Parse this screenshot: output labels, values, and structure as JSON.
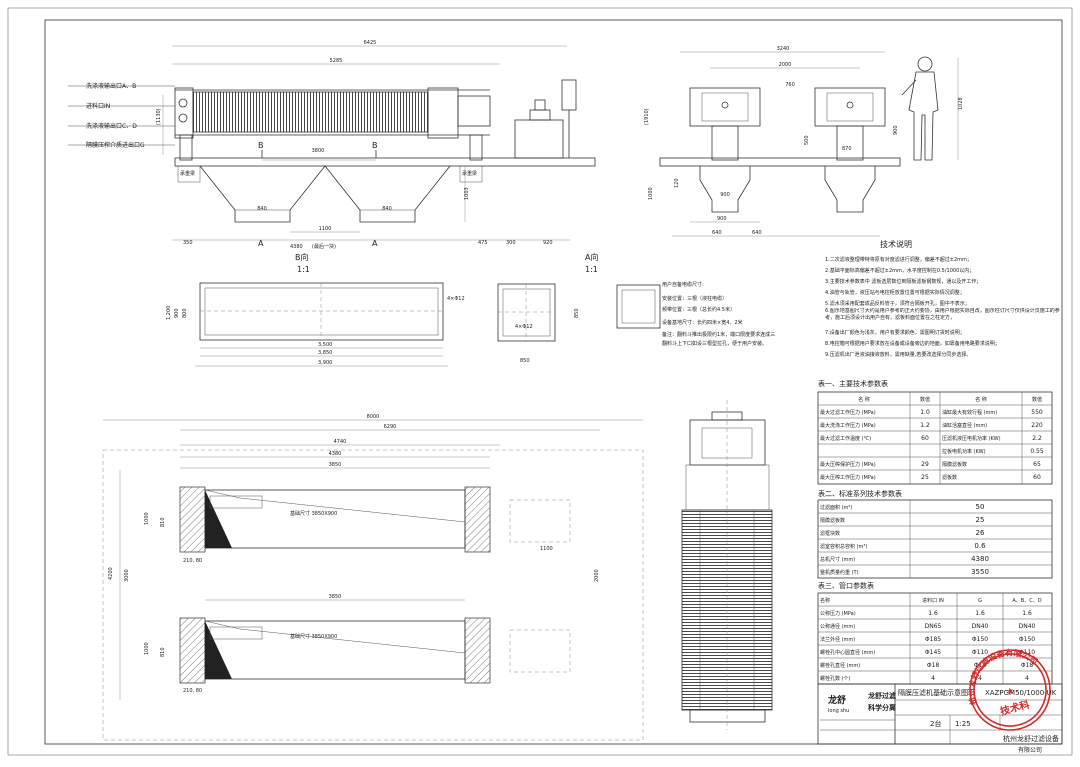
{
  "dims": {
    "d6425": "6425",
    "d5285": "5285",
    "d1130": "(1130)",
    "d3800": "3800",
    "d840a": "840",
    "d840b": "840",
    "d1100": "1100",
    "d1003": "1003",
    "d350": "350",
    "d4380": "4380",
    "d4380note": "(最后一块)",
    "d475": "475",
    "d300": "300",
    "d920": "920",
    "d3240": "3240",
    "d2000": "2000",
    "d760": "760",
    "d1028": "1028",
    "d1910": "(1910)",
    "d870": "870",
    "d500": "500",
    "d900": "900",
    "d120": "120",
    "d1000": "1000",
    "d900b": "900",
    "d640a": "640",
    "d640b": "640",
    "d900c": "900",
    "d3500": "3,500",
    "d3850": "3,850",
    "d3900": "3,900",
    "d1200": "1,200",
    "d900d": "900",
    "d800": "800",
    "dphi": "4×Φ12",
    "dphi2": "4×Φ12",
    "d850a": "850",
    "d850b": "850",
    "d8000": "8000",
    "d6290": "6290",
    "d4740": "4740",
    "d4380b": "4380",
    "d3850b": "3850",
    "d1000b": "1000",
    "d810": "810",
    "d21090": "210, 80",
    "d1100b": "1100",
    "d4200": "4200",
    "d3000": "3000",
    "d2000b": "2000",
    "d3850c": "3850",
    "d1000c": "1000",
    "d810b": "810",
    "d21090b": "210, 80",
    "slab1": "基础尺寸 3850X900",
    "slab2": "基础尺寸 3850X900"
  },
  "labels": {
    "b_left": "B",
    "b_right": "B",
    "a_left": "A",
    "a_right": "A",
    "support_left": "承重梁",
    "support_right": "承重梁",
    "view_b": "B向",
    "view_b_scale": "1:1",
    "view_a": "A向",
    "view_a_scale": "1:1"
  },
  "legend": [
    {
      "text": "洗涤液输出口A、B"
    },
    {
      "text": "进料口IN"
    },
    {
      "text": "洗涤液输出口C、D"
    },
    {
      "text": "隔膜压榨介质进出口G"
    }
  ],
  "notes_block": {
    "head": "用户自备电缆尺寸:",
    "lines": [
      "安装位置：三根（液柱电缆）",
      "频带位置：三根（总长约4.5米）",
      "设备基地尺寸：长约四米×宽4、2米",
      "备注：翻料斗推出极限约1米，端口限度要求连成三",
      "翻料斗上下口如设三根型拉孔，便于用户安装。"
    ]
  },
  "tech": {
    "title": "技术说明",
    "items": [
      "1.二次滤液整理带特将原有对度滤进行调整，偏差不超过±2mm；",
      "2.基础平面标高偏差不超过±2mm，水平度控制在0.5/1000以内；",
      "3.主要技术参数表中 滤板选层数位到隔板滤板钢数规，通以及开工作；",
      "4.油管与轨管，液压站与电控柜放置位置可根据实际情况调整；",
      "5.滤水须采用配套成品反料管子，须符合隔板开孔，图中不表示；",
      "6.图示地基图尺寸大约是用户参考的正大约要协，由用户根据实际自改，图示柱订尺寸仅供设计员施工的参考，施工后须设计出用户自有，滤板料面位置在之柱定方，",
      "7.设备出厂颜色为浅灰，用户有要求颜色，需图明订货时说明；",
      "8.电控箱可根据用户要求放在设备或设备旁边的地面，如靠备用电路要求说明；",
      "9.压滤机出厂泄液油接液放料，需用缺量,若要改选择分同步选择。"
    ]
  },
  "table1": {
    "title": "表一、主要技术参数表",
    "head": [
      "名 称",
      "数值",
      "名 称",
      "数值"
    ],
    "rows": [
      [
        "最大过滤工作压力 (MPa)",
        "1.0",
        "油缸最大有效行程 (mm)",
        "550"
      ],
      [
        "最大洗涤工作压力 (MPa)",
        "1.2",
        "油缸活塞直径 (mm)",
        "220"
      ],
      [
        "最大过滤工作温度 (℃)",
        "60",
        "压滤机液压电机功率 (KW)",
        "2.2"
      ],
      [
        "",
        "",
        "拉板电机功率 (KW)",
        "0.55"
      ],
      [
        "最大压榨保护压力 (MPa)",
        "29",
        "隔膜滤板数",
        "65"
      ],
      [
        "最大压榨工作压力 (MPa)",
        "25",
        "滤板数",
        "60"
      ]
    ]
  },
  "table2": {
    "title": "表二、标准系列技术参数表",
    "rows": [
      [
        "过滤面积 (m²)",
        "50"
      ],
      [
        "隔膜滤板数",
        "25"
      ],
      [
        "滤框块数",
        "26"
      ],
      [
        "滤室容积总容积 (m³)",
        "0.6"
      ],
      [
        "总机尺寸 (mm)",
        "4380"
      ],
      [
        "整机质量约重 (T)",
        "3550"
      ]
    ]
  },
  "table3": {
    "title": "表三、管口参数表",
    "head": [
      "名称",
      "进料口 IN",
      "G",
      "A、B、C、D"
    ],
    "rows": [
      [
        "公称压力 (MPa)",
        "1.6",
        "1.6",
        "1.6"
      ],
      [
        "公称通径 (mm)",
        "DN65",
        "DN40",
        "DN40"
      ],
      [
        "法兰外径 (mm)",
        "Φ185",
        "Φ150",
        "Φ150"
      ],
      [
        "螺栓孔中心圆直径 (mm)",
        "Φ145",
        "Φ110",
        "Φ110"
      ],
      [
        "螺栓孔直径 (mm)",
        "Φ18",
        "Φ18",
        "Φ18"
      ],
      [
        "螺栓孔数 (个)",
        "4",
        "4",
        "4"
      ]
    ]
  },
  "titleblock": {
    "logo_brand": "龙舒",
    "logo_pinyin": "long shu",
    "company1": "龙舒过滤",
    "company2": "科学分离",
    "drawing_name": "隔膜压滤机基础示意图",
    "code": "XAZPGM50/1000-UK",
    "qty": "2台",
    "scale": "1:25",
    "maker": "杭州龙舒过滤设备",
    "maker2": "有限公司"
  },
  "stamp": {
    "ring_text": "杭州龙舒过滤设备有限公司",
    "center": "技术科"
  }
}
